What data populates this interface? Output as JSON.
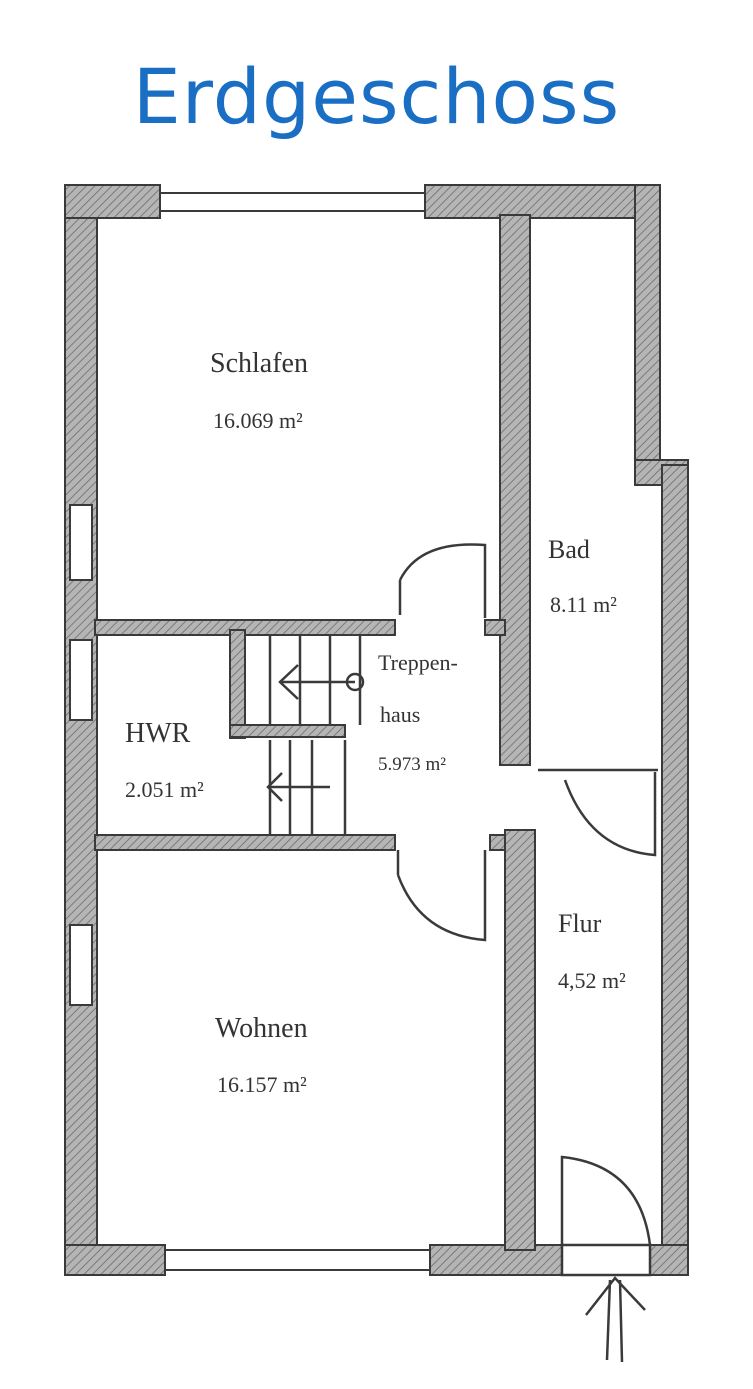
{
  "title": "Erdgeschoss",
  "colors": {
    "title": "#1a6fc4",
    "wall": "#9a9a9a",
    "line": "#3a3a3a"
  },
  "rooms": [
    {
      "name": "Schlafen",
      "area": "16.069 m²"
    },
    {
      "name": "Bad",
      "area": "8.11 m²"
    },
    {
      "name": "Treppen-",
      "name2": "haus",
      "area": "5.973 m²"
    },
    {
      "name": "HWR",
      "area": "2.051 m²"
    },
    {
      "name": "Flur",
      "area": "4,52 m²"
    },
    {
      "name": "Wohnen",
      "area": "16.157 m²"
    }
  ]
}
